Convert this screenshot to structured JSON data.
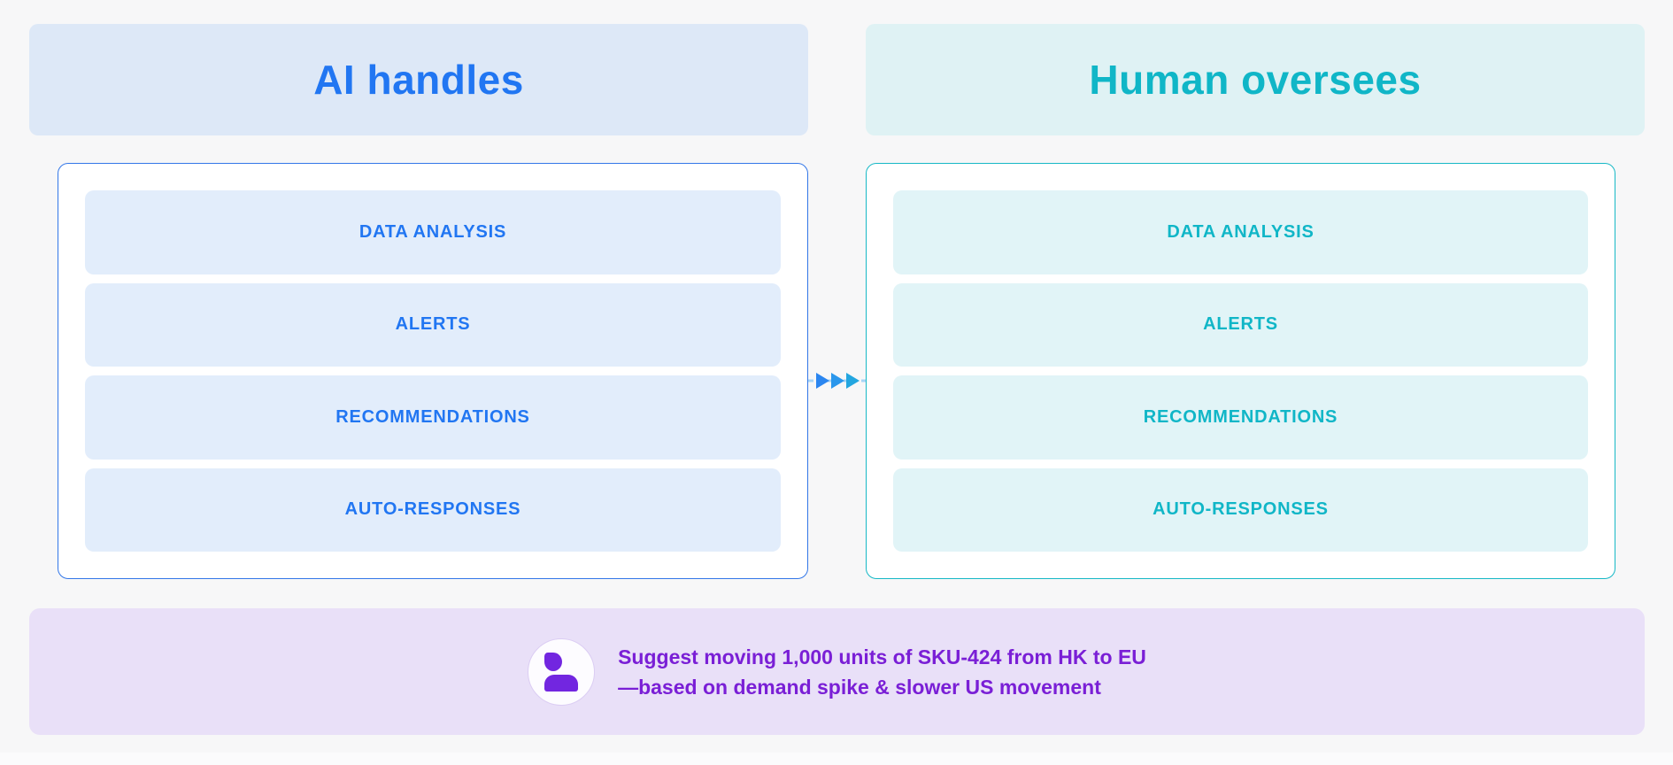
{
  "left_column": {
    "header": "AI handles",
    "items": [
      "DATA ANALYSIS",
      "ALERTS",
      "RECOMMENDATIONS",
      "AUTO-RESPONSES"
    ]
  },
  "right_column": {
    "header": "Human oversees",
    "items": [
      "DATA ANALYSIS",
      "ALERTS",
      "RECOMMENDATIONS",
      "AUTO-RESPONSES"
    ]
  },
  "callout": {
    "line1": "Suggest moving 1,000 units of SKU-424 from HK to EU",
    "line2": "—based on demand spike & slower US movement"
  },
  "icons": {
    "person": "person-icon",
    "flow": "flow-arrows-icon"
  },
  "colors": {
    "page_bg": "#f7f7f8",
    "ai_accent": "#2176f2",
    "ai_header_bg": "#dde8f7",
    "ai_pill_bg": "#e2edfb",
    "ai_panel_border": "#3377e8",
    "human_accent": "#10b6c7",
    "human_header_bg": "#dff2f4",
    "human_pill_bg": "#e1f4f7",
    "human_panel_border": "#16b8c6",
    "callout_bg": "#e9e0f8",
    "callout_text": "#7a1fd6",
    "person_icon": "#7226e0",
    "arrow_blue": "#2b8ef0",
    "arrow_teal": "#23a6e0",
    "dash_blue": "#a6d4f6"
  }
}
